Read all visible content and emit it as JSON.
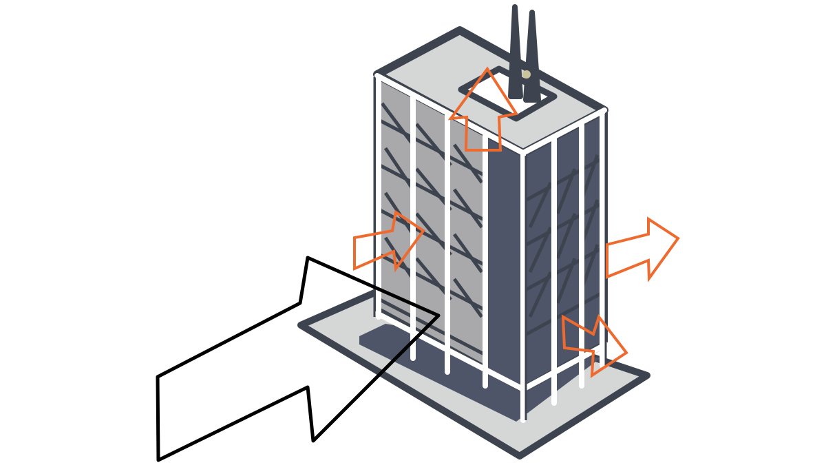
{
  "illustration": {
    "subject": "building-with-airflow-arrows",
    "colors": {
      "outline": "#3d444f",
      "roof": "#d5d6d6",
      "glass_light": "#a9a9ab",
      "glass_dark": "#4f5568",
      "frame": "#ffffff",
      "base": "#d5d6d6",
      "base_dark": "#4f5568",
      "accent_arrow": "#ee6a2e",
      "pointer_arrow": "#000000"
    },
    "icons": [
      "large-inflow-arrow",
      "exhaust-arrow-up",
      "inflow-arrow-left",
      "outflow-arrow-right",
      "outflow-arrow-lower-right"
    ]
  }
}
